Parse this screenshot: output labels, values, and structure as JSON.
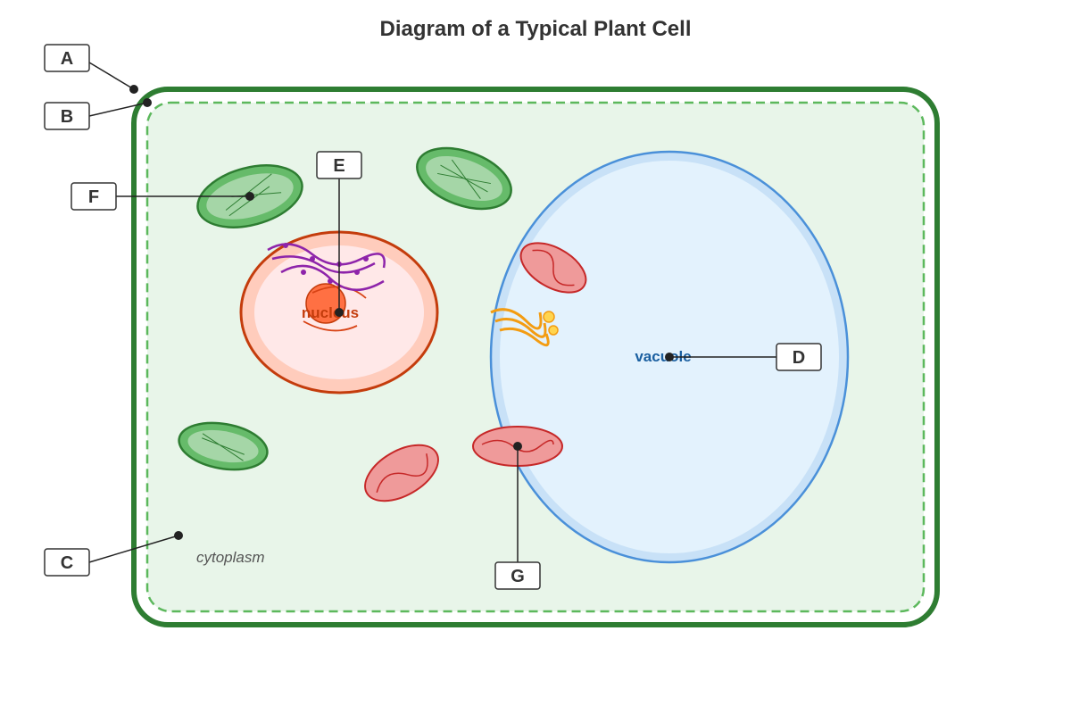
{
  "title": "Diagram of a Typical Plant Cell",
  "labels": {
    "a": "A",
    "b": "B",
    "c": "C",
    "d": "D",
    "e": "E",
    "f": "F",
    "g": "G"
  },
  "structures": {
    "nucleus": "nucleus",
    "vacuole": "vacuole",
    "cytoplasm": "cytoplasm"
  },
  "colors": {
    "cell_wall": "#2e7d32",
    "membrane": "#5cb85c",
    "cytoplasm_fill": "#e8f5e9",
    "vacuole_fill": "#e3f2fd",
    "vacuole_stroke": "#4a90d9",
    "nucleus_fill": "#ffccbc",
    "nucleus_stroke": "#c43c0c",
    "nucleolus": "#ff7043",
    "chloroplast_fill": "#66bb6a",
    "chloroplast_inner": "#a5d6a7",
    "mitochondria_fill": "#ef9a9a",
    "mitochondria_stroke": "#c62828",
    "chromatin": "#8e24aa",
    "golgi": "#f39c12",
    "vacuole_text": "#1a5fa0",
    "nucleus_text": "#c43c0c"
  }
}
